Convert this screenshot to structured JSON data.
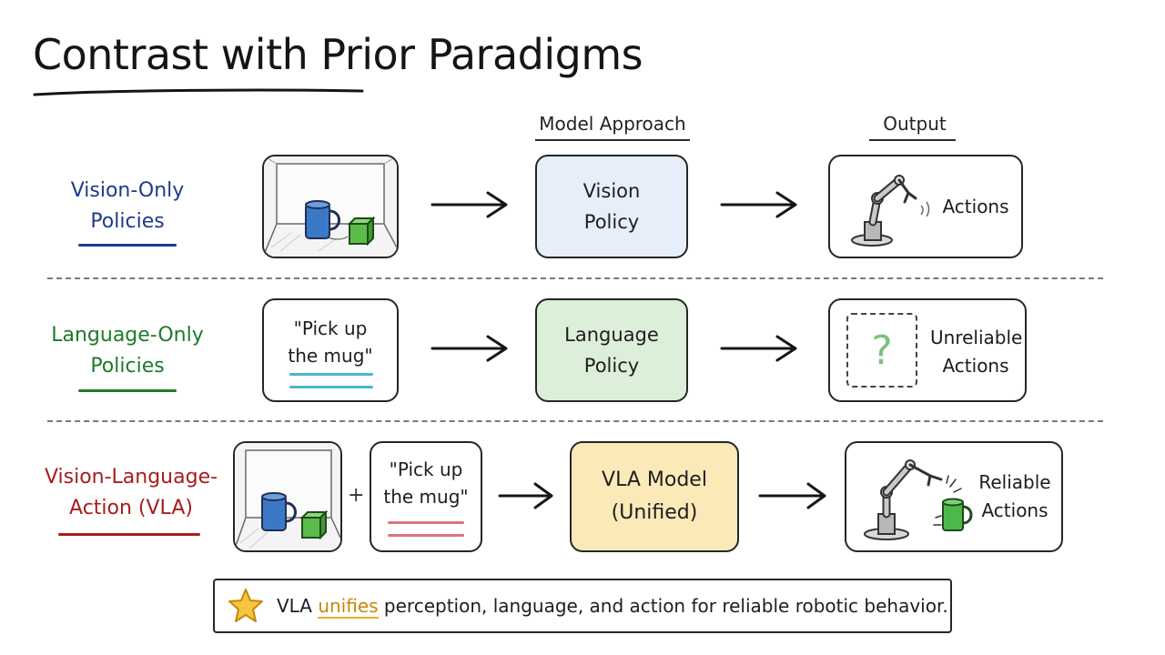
{
  "title": "Contrast with Prior Paradigms",
  "columns": {
    "model_approach": "Model Approach",
    "output": "Output"
  },
  "rows": [
    {
      "label_line1": "Vision-Only",
      "label_line2": "Policies",
      "label_color": "#1f3a8a",
      "model_line1": "Vision",
      "model_line2": "Policy",
      "model_fill": "#e6eefa",
      "output_line1": "Actions",
      "output_line2": ""
    },
    {
      "label_line1": "Language-Only",
      "label_line2": "Policies",
      "label_color": "#1e7a2a",
      "quote_line1": "\"Pick up",
      "quote_line2": "the mug\"",
      "model_line1": "Language",
      "model_line2": "Policy",
      "model_fill": "#dcefd8",
      "output_glyph": "?",
      "output_line1": "Unreliable",
      "output_line2": "Actions"
    },
    {
      "label_line1": "Vision-Language-",
      "label_line2": "Action (VLA)",
      "label_color": "#a81c1c",
      "plus": "+",
      "quote_line1": "\"Pick up",
      "quote_line2": "the mug\"",
      "model_line1": "VLA Model",
      "model_line2": "(Unified)",
      "model_fill": "#fbe9b8",
      "output_line1": "Reliable",
      "output_line2": "Actions"
    }
  ],
  "note": {
    "before": "VLA ",
    "highlight": "unifies",
    "after": " perception, language, and action for reliable robotic behavior."
  }
}
